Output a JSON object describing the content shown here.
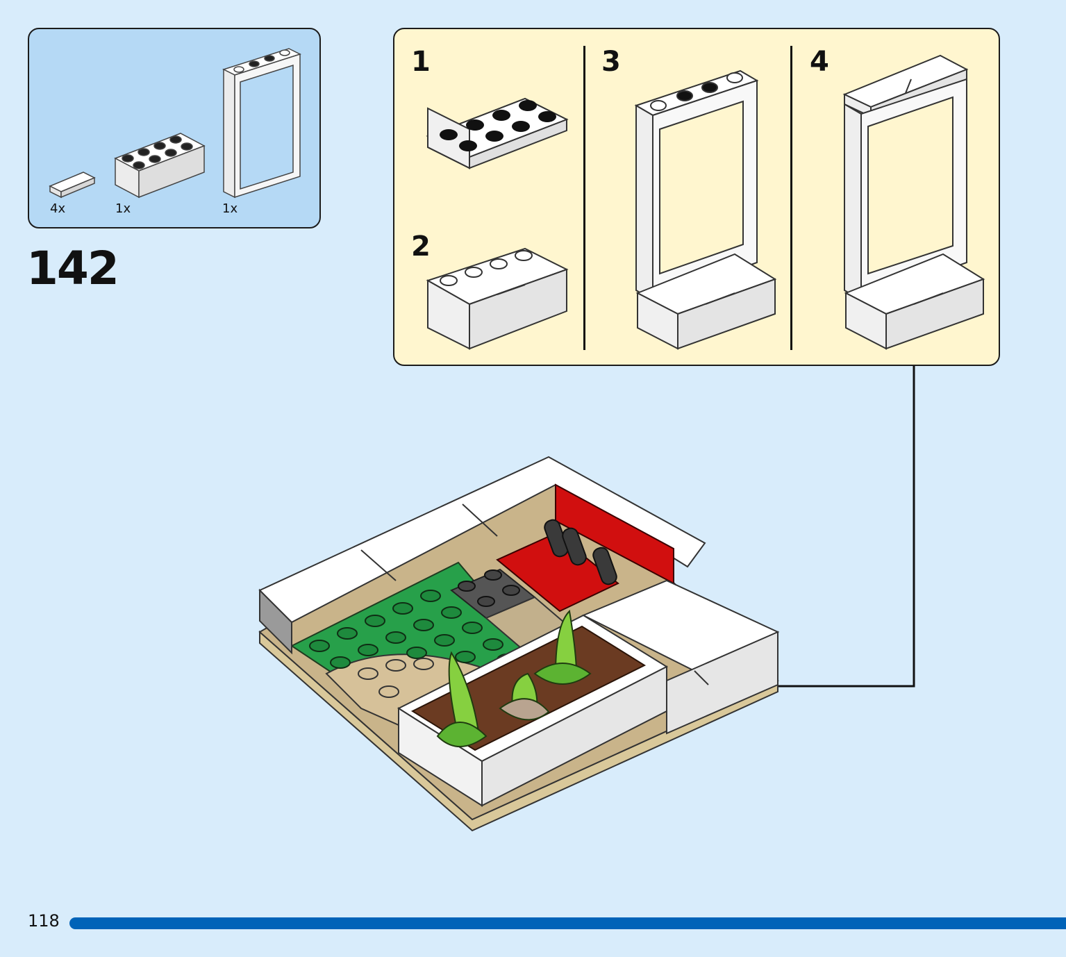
{
  "step": {
    "number": "142"
  },
  "parts": [
    {
      "name": "white-tile-1x2",
      "quantity": "4x"
    },
    {
      "name": "white-brick-2x4",
      "quantity": "1x"
    },
    {
      "name": "white-window-frame",
      "quantity": "1x"
    }
  ],
  "substeps": [
    {
      "label": "1"
    },
    {
      "label": "2"
    },
    {
      "label": "3"
    },
    {
      "label": "4"
    }
  ],
  "colors": {
    "background": "#d8ecfb",
    "parts_box": "#b5d9f5",
    "substep_box": "#fff6cf",
    "progress_bar": "#0063b8"
  },
  "footer": {
    "page_number": "118"
  }
}
